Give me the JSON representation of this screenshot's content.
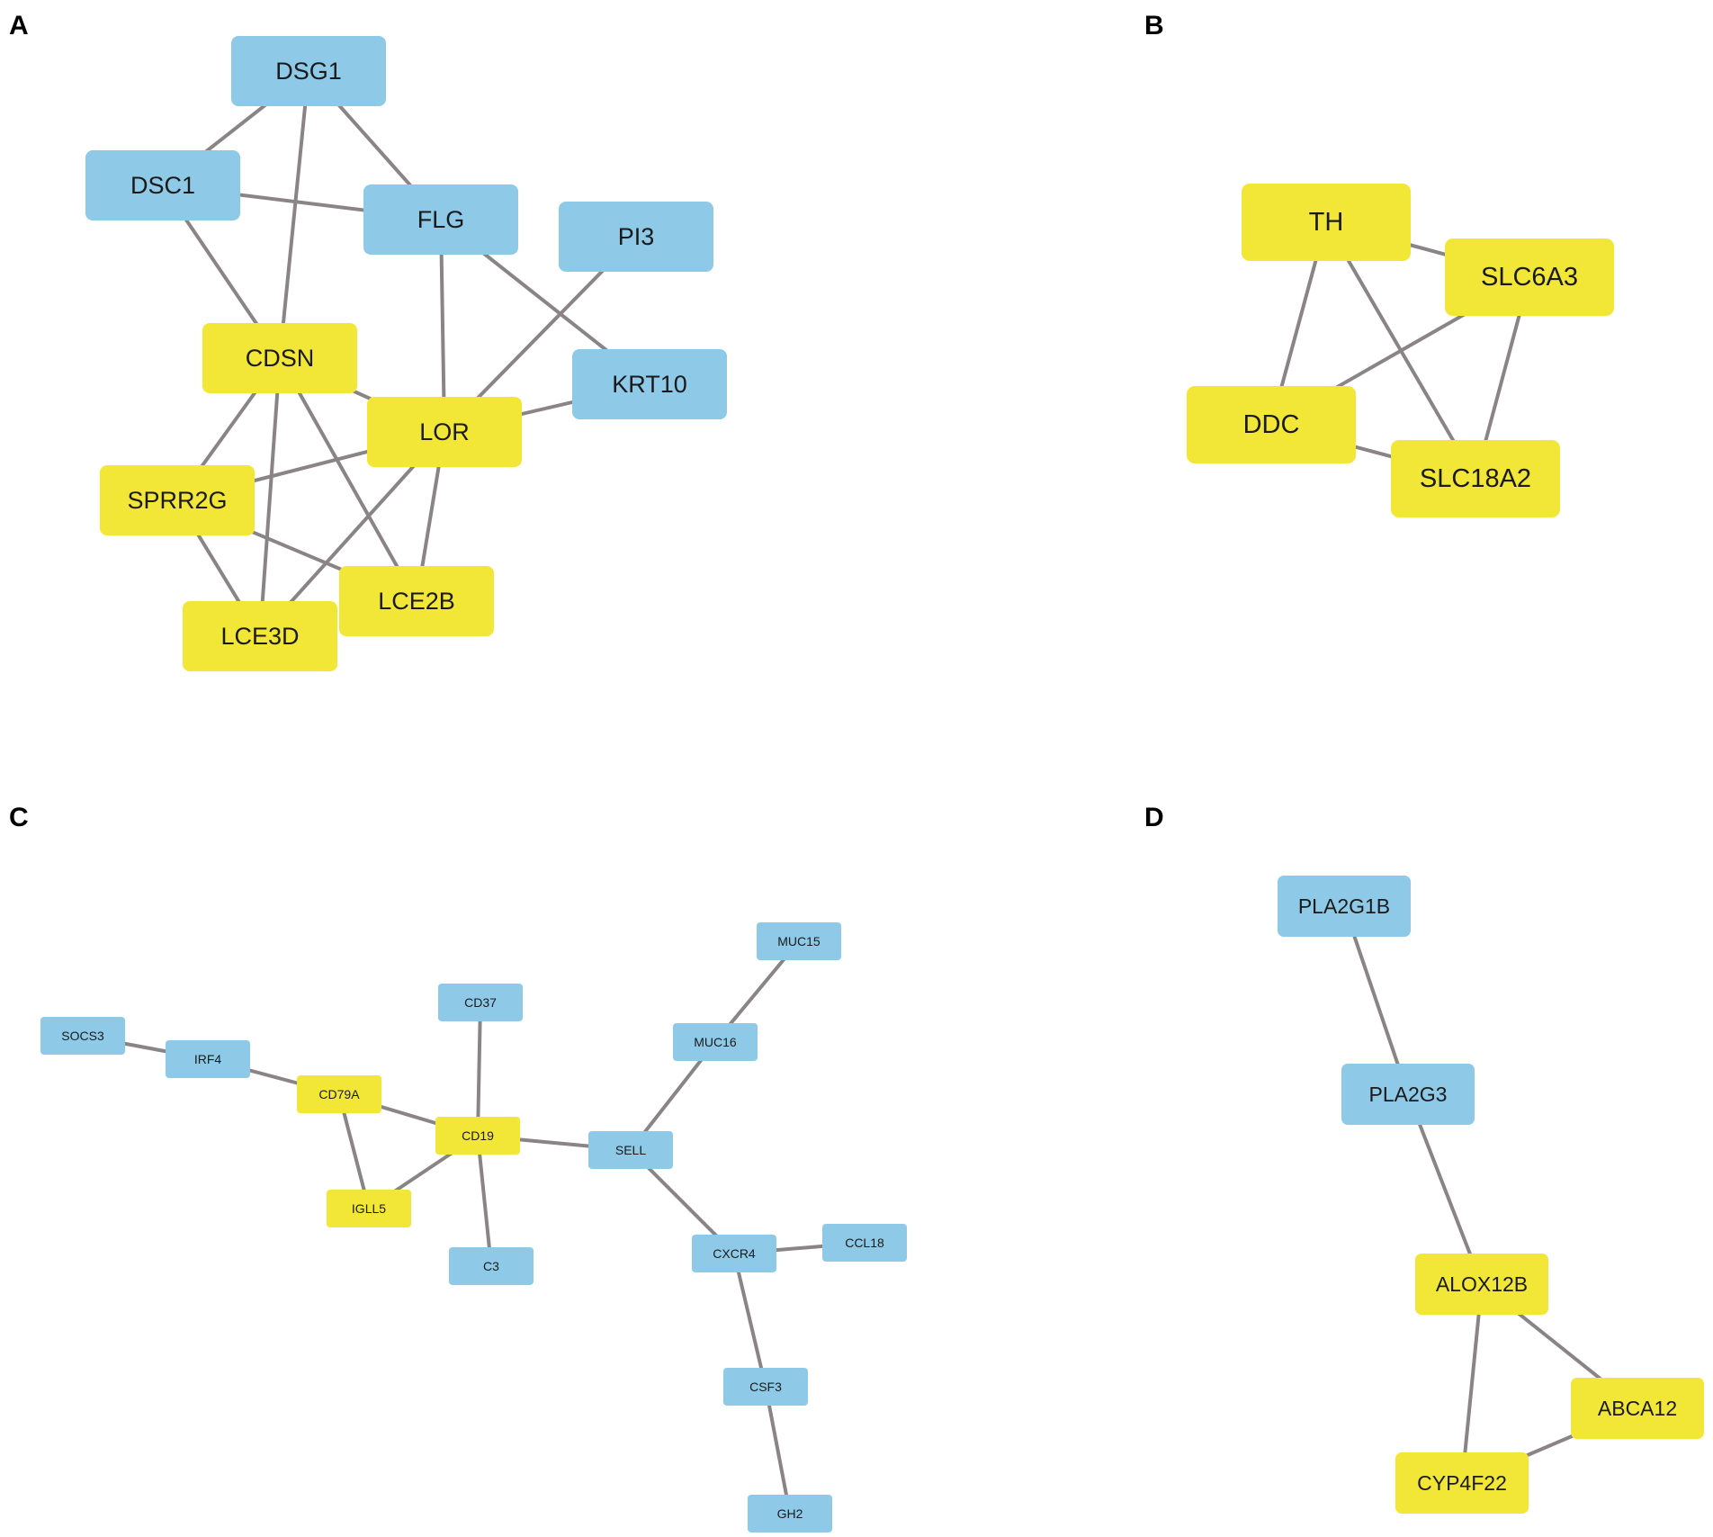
{
  "colors": {
    "blue": "#8ecae8",
    "yellow": "#f2e637",
    "edge": "#8a8486"
  },
  "panels": [
    {
      "letter": "A",
      "nodes": [
        {
          "id": "DSG1",
          "label": "DSG1",
          "color": "blue"
        },
        {
          "id": "DSC1",
          "label": "DSC1",
          "color": "blue"
        },
        {
          "id": "FLG",
          "label": "FLG",
          "color": "blue"
        },
        {
          "id": "PI3",
          "label": "PI3",
          "color": "blue"
        },
        {
          "id": "KRT10",
          "label": "KRT10",
          "color": "blue"
        },
        {
          "id": "CDSN",
          "label": "CDSN",
          "color": "yellow"
        },
        {
          "id": "LOR",
          "label": "LOR",
          "color": "yellow"
        },
        {
          "id": "SPRR2G",
          "label": "SPRR2G",
          "color": "yellow"
        },
        {
          "id": "LCE2B",
          "label": "LCE2B",
          "color": "yellow"
        },
        {
          "id": "LCE3D",
          "label": "LCE3D",
          "color": "yellow"
        }
      ],
      "edges": [
        [
          "DSG1",
          "DSC1"
        ],
        [
          "DSG1",
          "CDSN"
        ],
        [
          "DSG1",
          "FLG"
        ],
        [
          "DSC1",
          "FLG"
        ],
        [
          "DSC1",
          "CDSN"
        ],
        [
          "FLG",
          "LOR"
        ],
        [
          "FLG",
          "KRT10"
        ],
        [
          "PI3",
          "LOR"
        ],
        [
          "KRT10",
          "LOR"
        ],
        [
          "CDSN",
          "LOR"
        ],
        [
          "CDSN",
          "SPRR2G"
        ],
        [
          "CDSN",
          "LCE3D"
        ],
        [
          "CDSN",
          "LCE2B"
        ],
        [
          "LOR",
          "SPRR2G"
        ],
        [
          "LOR",
          "LCE3D"
        ],
        [
          "LOR",
          "LCE2B"
        ],
        [
          "SPRR2G",
          "LCE3D"
        ],
        [
          "SPRR2G",
          "LCE2B"
        ]
      ]
    },
    {
      "letter": "B",
      "nodes": [
        {
          "id": "TH",
          "label": "TH",
          "color": "yellow"
        },
        {
          "id": "SLC6A3",
          "label": "SLC6A3",
          "color": "yellow"
        },
        {
          "id": "DDC",
          "label": "DDC",
          "color": "yellow"
        },
        {
          "id": "SLC18A2",
          "label": "SLC18A2",
          "color": "yellow"
        }
      ],
      "edges": [
        [
          "TH",
          "SLC6A3"
        ],
        [
          "TH",
          "DDC"
        ],
        [
          "TH",
          "SLC18A2"
        ],
        [
          "SLC6A3",
          "DDC"
        ],
        [
          "SLC6A3",
          "SLC18A2"
        ],
        [
          "DDC",
          "SLC18A2"
        ]
      ]
    },
    {
      "letter": "C",
      "nodes": [
        {
          "id": "SOCS3",
          "label": "SOCS3",
          "color": "blue"
        },
        {
          "id": "IRF4",
          "label": "IRF4",
          "color": "blue"
        },
        {
          "id": "CD79A",
          "label": "CD79A",
          "color": "yellow"
        },
        {
          "id": "IGLL5",
          "label": "IGLL5",
          "color": "yellow"
        },
        {
          "id": "CD19",
          "label": "CD19",
          "color": "yellow"
        },
        {
          "id": "CD37",
          "label": "CD37",
          "color": "blue"
        },
        {
          "id": "C3",
          "label": "C3",
          "color": "blue"
        },
        {
          "id": "SELL",
          "label": "SELL",
          "color": "blue"
        },
        {
          "id": "MUC16",
          "label": "MUC16",
          "color": "blue"
        },
        {
          "id": "MUC15",
          "label": "MUC15",
          "color": "blue"
        },
        {
          "id": "CXCR4",
          "label": "CXCR4",
          "color": "blue"
        },
        {
          "id": "CCL18",
          "label": "CCL18",
          "color": "blue"
        },
        {
          "id": "CSF3",
          "label": "CSF3",
          "color": "blue"
        },
        {
          "id": "GH2",
          "label": "GH2",
          "color": "blue"
        }
      ],
      "edges": [
        [
          "SOCS3",
          "IRF4"
        ],
        [
          "IRF4",
          "CD79A"
        ],
        [
          "CD79A",
          "CD19"
        ],
        [
          "CD79A",
          "IGLL5"
        ],
        [
          "IGLL5",
          "CD19"
        ],
        [
          "CD37",
          "CD19"
        ],
        [
          "CD19",
          "C3"
        ],
        [
          "CD19",
          "SELL"
        ],
        [
          "SELL",
          "MUC16"
        ],
        [
          "MUC16",
          "MUC15"
        ],
        [
          "SELL",
          "CXCR4"
        ],
        [
          "CXCR4",
          "CCL18"
        ],
        [
          "CXCR4",
          "CSF3"
        ],
        [
          "CSF3",
          "GH2"
        ]
      ]
    },
    {
      "letter": "D",
      "nodes": [
        {
          "id": "PLA2G1B",
          "label": "PLA2G1B",
          "color": "blue"
        },
        {
          "id": "PLA2G3",
          "label": "PLA2G3",
          "color": "blue"
        },
        {
          "id": "ALOX12B",
          "label": "ALOX12B",
          "color": "yellow"
        },
        {
          "id": "ABCA12",
          "label": "ABCA12",
          "color": "yellow"
        },
        {
          "id": "CYP4F22",
          "label": "CYP4F22",
          "color": "yellow"
        }
      ],
      "edges": [
        [
          "PLA2G1B",
          "PLA2G3"
        ],
        [
          "PLA2G3",
          "ALOX12B"
        ],
        [
          "ALOX12B",
          "ABCA12"
        ],
        [
          "ALOX12B",
          "CYP4F22"
        ],
        [
          "ABCA12",
          "CYP4F22"
        ]
      ]
    }
  ]
}
